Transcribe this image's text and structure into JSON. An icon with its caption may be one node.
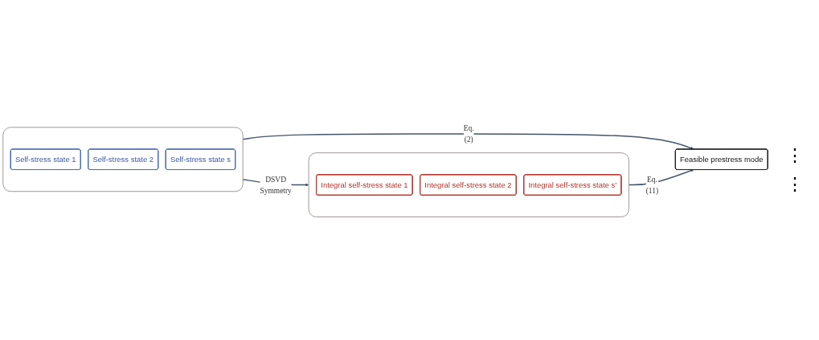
{
  "diagram": {
    "nodes": [
      {
        "text": [
          "Feasible prestress mode"
        ]
      },
      {
        "text": [],
        "shape": "box"
      },
      {
        "text": [
          "Self-stress state 1"
        ],
        "in": 1
      },
      {
        "text": [
          "Self-stress state 2"
        ],
        "in": 1
      },
      {
        "text": [
          "Self-stress state s"
        ],
        "in": 1
      },
      {
        "text": [],
        "shape": "box"
      },
      {
        "text": [
          "Integral self-stress state 1"
        ],
        "in": 5
      },
      {
        "text": [
          "Integral self-stress state 2"
        ],
        "in": 5
      },
      {
        "text": [
          "Integral self-stress state s’"
        ],
        "in": 5
      }
    ],
    "edges": [
      {
        "from": 1,
        "to": 0,
        "arrow": "to",
        "label": "Eq. (2)"
      },
      {
        "from": 5,
        "to": 0,
        "arrow": "to",
        "label": "Eq. (11)"
      },
      {
        "from": 1,
        "to": 5,
        "arrow": "to",
        "label": "DSVD Symmetry"
      }
    ],
    "labels": [
      "⋮",
      "⋮"
    ]
  }
}
